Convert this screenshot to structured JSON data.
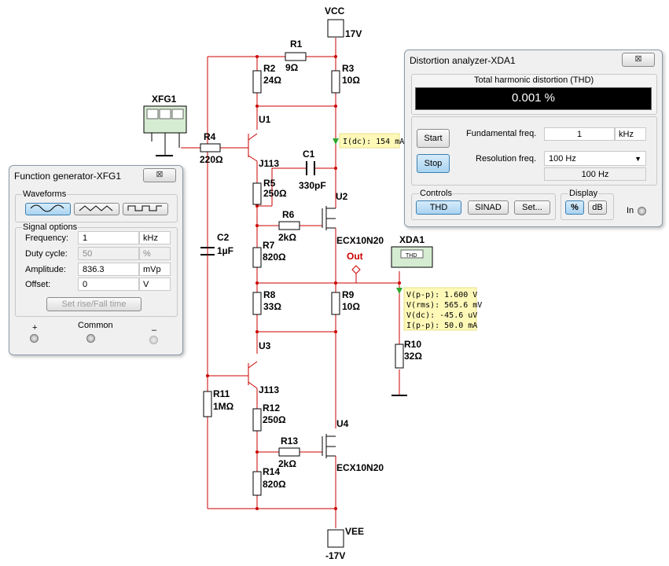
{
  "schematic": {
    "vcc": {
      "name": "VCC",
      "value": "17V"
    },
    "vee": {
      "name": "VEE",
      "value": "-17V"
    },
    "xfg1": "XFG1",
    "xda1": "XDA1",
    "xda1_screen": "THD",
    "out_label": "Out",
    "r1": {
      "name": "R1",
      "value": "9Ω"
    },
    "r2": {
      "name": "R2",
      "value": "24Ω"
    },
    "r3": {
      "name": "R3",
      "value": "10Ω"
    },
    "r4": {
      "name": "R4",
      "value": "220Ω"
    },
    "c1": {
      "name": "C1",
      "value": "330pF"
    },
    "c2": {
      "name": "C2",
      "value": "1µF"
    },
    "r5": {
      "name": "R5",
      "value": "250Ω"
    },
    "r6": {
      "name": "R6",
      "value": "2kΩ"
    },
    "r7": {
      "name": "R7",
      "value": "820Ω"
    },
    "r8": {
      "name": "R8",
      "value": "33Ω"
    },
    "r9": {
      "name": "R9",
      "value": "10Ω"
    },
    "r10": {
      "name": "R10",
      "value": "32Ω"
    },
    "r11": {
      "name": "R11",
      "value": "1MΩ"
    },
    "r12": {
      "name": "R12",
      "value": "250Ω"
    },
    "r13": {
      "name": "R13",
      "value": "2kΩ"
    },
    "r14": {
      "name": "R14",
      "value": "820Ω"
    },
    "u1": "U1",
    "u1_model": "J113",
    "u2": "U2",
    "u2_model": "ECX10N20",
    "u3": "U3",
    "u3_model": "J113",
    "u4": "U4",
    "u4_model": "ECX10N20",
    "probe_idc": "I(dc): 154 mA",
    "probe_out": [
      "V(p-p): 1.600 V",
      "V(rms): 565.6 mV",
      "V(dc): -45.6 uV",
      "I(p-p): 50.0 mA"
    ],
    "wire_color": "#cc0000"
  },
  "function_generator": {
    "title": "Function generator-XFG1",
    "close": "⊠",
    "waveforms_label": "Waveforms",
    "signal_options_label": "Signal options",
    "frequency": {
      "label": "Frequency:",
      "value": "1",
      "unit": "kHz"
    },
    "duty_cycle": {
      "label": "Duty cycle:",
      "value": "50",
      "unit": "%"
    },
    "amplitude": {
      "label": "Amplitude:",
      "value": "836.3",
      "unit": "mVp"
    },
    "offset": {
      "label": "Offset:",
      "value": "0",
      "unit": "V"
    },
    "rise_fall_button": "Set rise/Fall time",
    "plus": "+",
    "common": "Common",
    "minus": "–"
  },
  "distortion_analyzer": {
    "title": "Distortion analyzer-XDA1",
    "close": "⊠",
    "thd_heading": "Total harmonic distortion (THD)",
    "thd_value": "0.001 %",
    "start": "Start",
    "stop": "Stop",
    "fundamental_label": "Fundamental freq.",
    "fundamental_value": "1",
    "fundamental_unit": "kHz",
    "resolution_label": "Resolution freq.",
    "resolution_value": "100 Hz",
    "resolution_readout": "100 Hz",
    "controls_label": "Controls",
    "display_label": "Display",
    "thd_button": "THD",
    "sinad_button": "SINAD",
    "set_button": "Set...",
    "percent_button": "%",
    "db_button": "dB",
    "in_label": "In",
    "display_bg": "#000000"
  }
}
